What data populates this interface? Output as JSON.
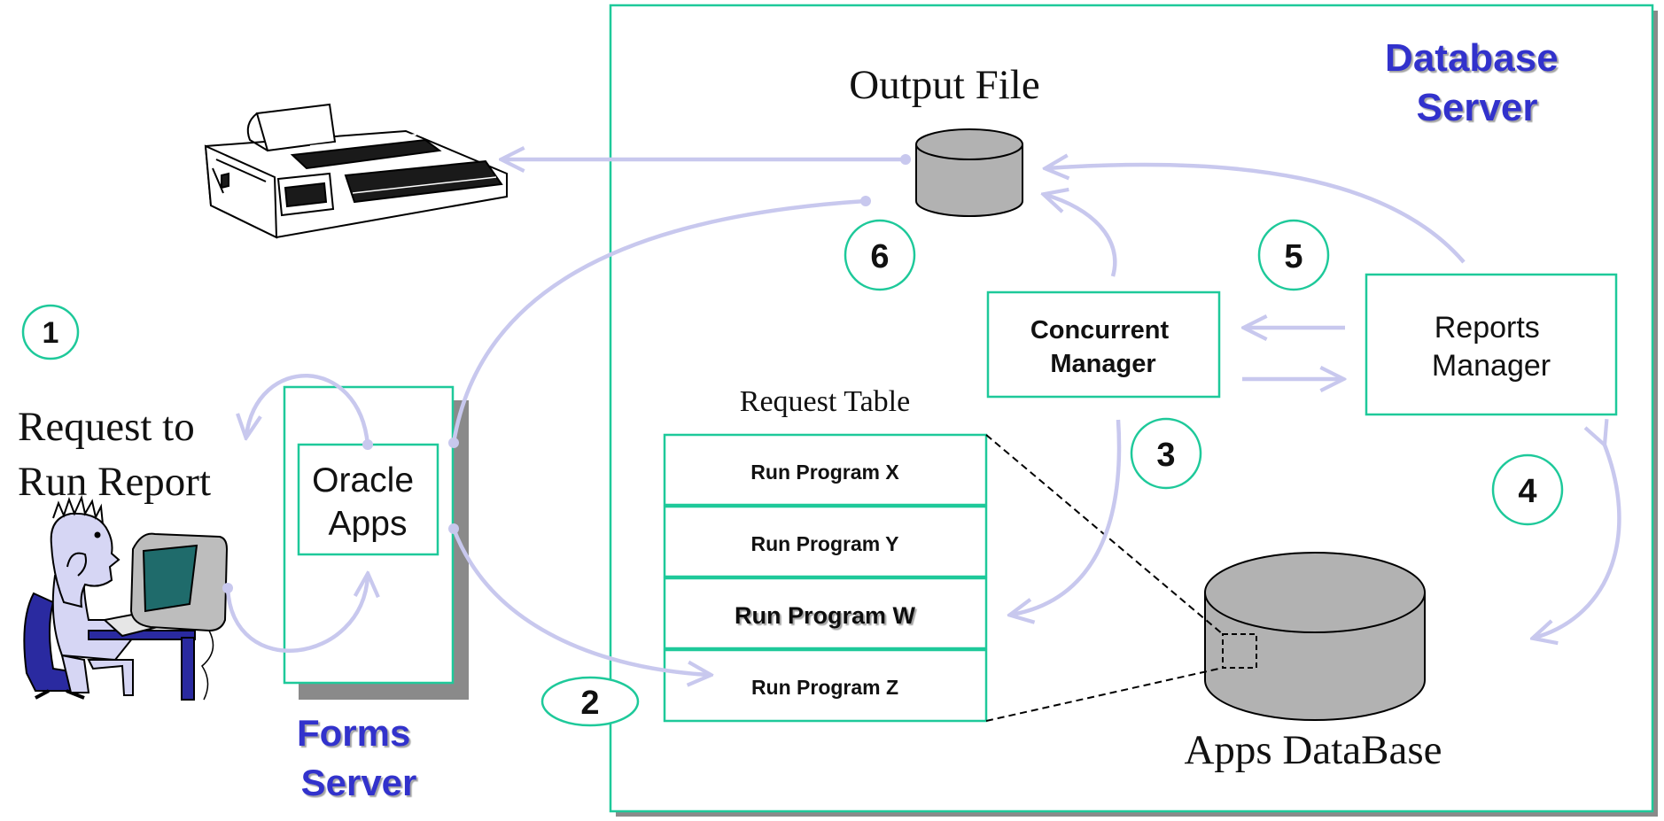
{
  "user": {
    "request_label_line1": "Request to",
    "request_label_line2": "Run Report"
  },
  "forms_server": {
    "app_line1": "Oracle",
    "app_line2": "Apps",
    "title_line1": "Forms",
    "title_line2": "Server"
  },
  "database_server": {
    "title_line1": "Database",
    "title_line2": "Server",
    "output_file_label": "Output File",
    "concurrent_manager_line1": "Concurrent",
    "concurrent_manager_line2": "Manager",
    "reports_manager_line1": "Reports",
    "reports_manager_line2": "Manager",
    "request_table_title": "Request Table",
    "request_rows": [
      "Run Program X",
      "Run Program Y",
      "Run Program W",
      "Run Program Z"
    ],
    "apps_database_label": "Apps DataBase"
  },
  "steps": [
    "1",
    "2",
    "3",
    "4",
    "5",
    "6"
  ],
  "colors": {
    "box_border": "#1ec99a",
    "arrow": "#c8c8ee",
    "title_blue": "#3333cc",
    "cylinder_fill": "#b2b2b2",
    "shadow": "#8a8a8a"
  }
}
